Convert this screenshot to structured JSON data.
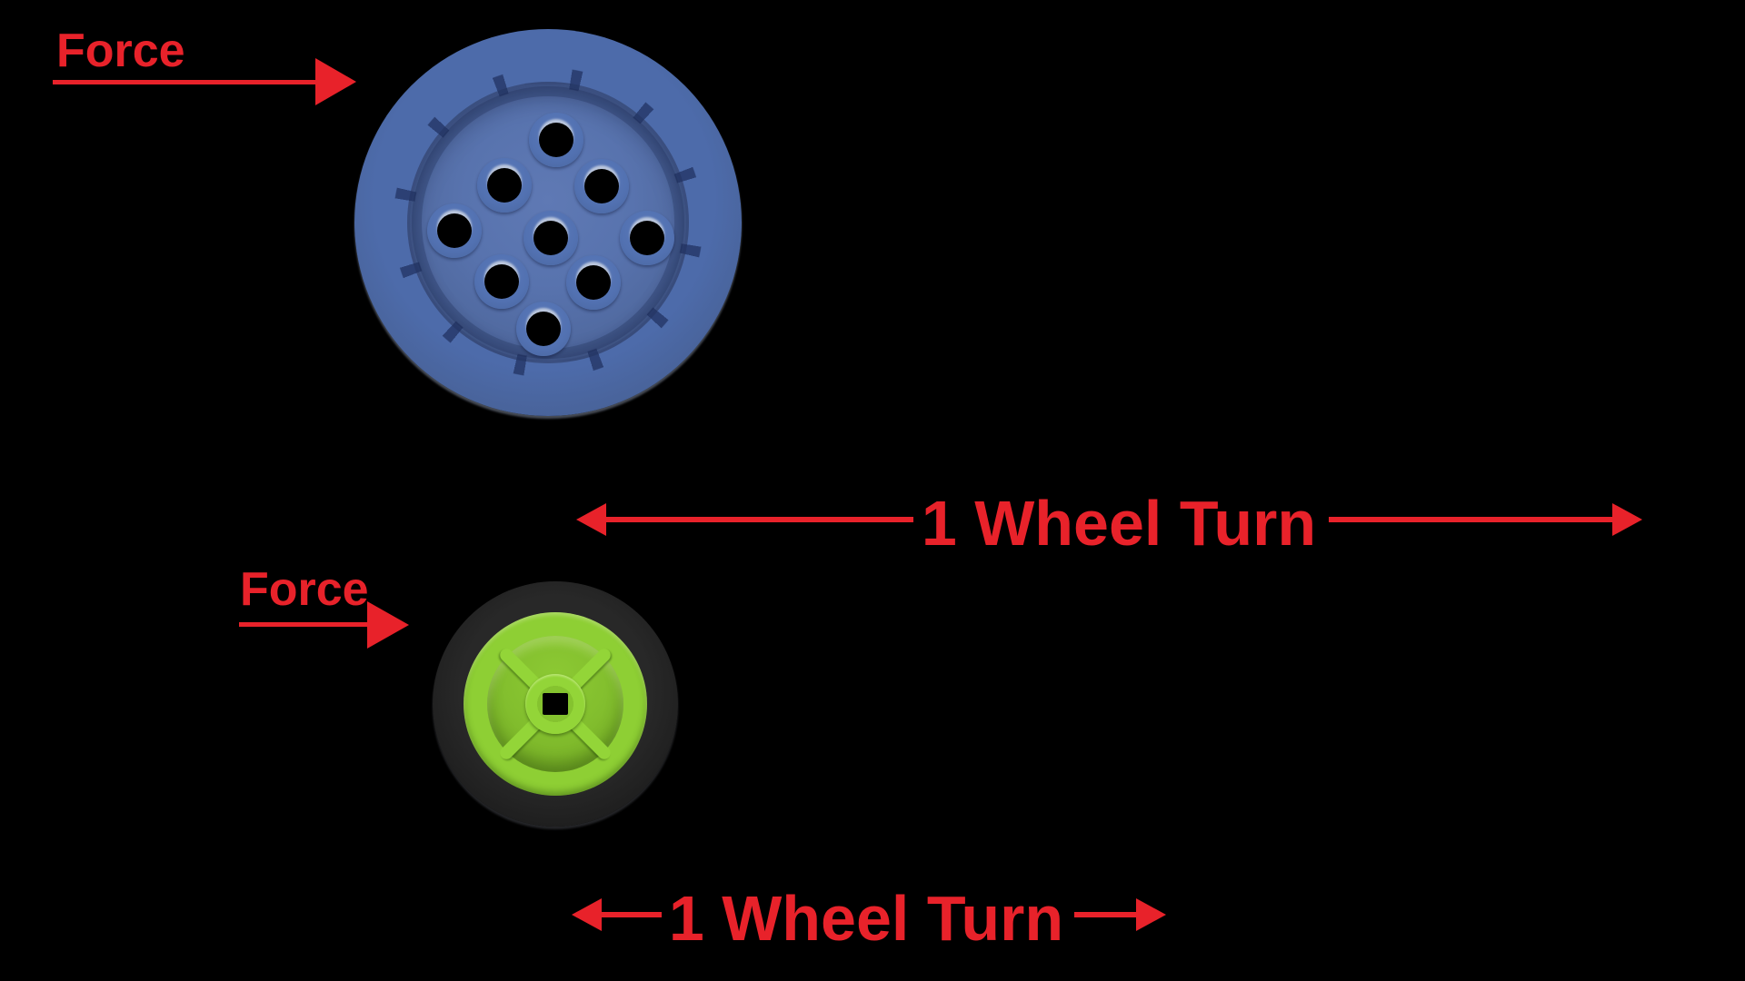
{
  "colors": {
    "red": "#e8222a",
    "blue": "#4d6baa",
    "blue-face": "#5873ae",
    "green": "#8ecf34",
    "green-bright": "#93d538",
    "tire": "#1d1d1d",
    "background": "#000000"
  },
  "labels": {
    "force_large": "Force",
    "force_small": "Force",
    "turn_large": "1 Wheel Turn",
    "turn_small": "1 Wheel Turn"
  },
  "wheels": {
    "large": {
      "color_name": "blue",
      "hole_count": 9
    },
    "small": {
      "color_name": "green",
      "spoke_pattern": "x-cross"
    }
  }
}
